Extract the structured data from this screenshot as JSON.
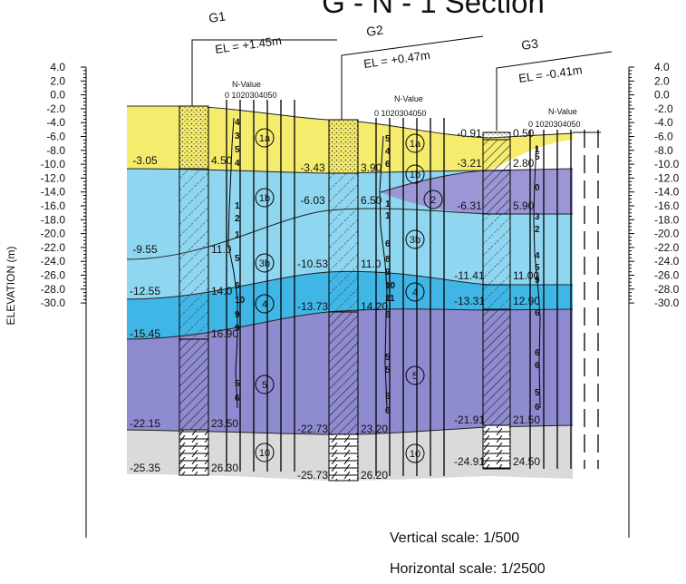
{
  "title": "G - N - 1 Section",
  "axis": {
    "ylabel": "ELEVATION (m)",
    "ticks": [
      "4.0",
      "2.0",
      "0.0",
      "-2.0",
      "-4.0",
      "-6.0",
      "-8.0",
      "-10.0",
      "-12.0",
      "-14.0",
      "-16.0",
      "-18.0",
      "-20.0",
      "-22.0",
      "-24.0",
      "-26.0",
      "-28.0",
      "-30.0"
    ]
  },
  "scales": {
    "vertical": "Vertical scale: 1/500",
    "horizontal": "Horizontal scale: 1/2500"
  },
  "nvalue": {
    "header": "N-Value",
    "ticks": "0 1020304050"
  },
  "boreholes": [
    {
      "name": "G1",
      "el": "EL = +1.45m",
      "left_labels": [
        "-3.05",
        "-9.55",
        "-12.55",
        "-15.45",
        "-22.15",
        "-25.35"
      ],
      "right_labels": [
        "4.50",
        "11.0",
        "14.0",
        "16.90",
        "23.50",
        "26.30"
      ],
      "n_values": [
        "4",
        "3",
        "5",
        "4",
        "1",
        "2",
        "1",
        "5",
        "6",
        "10",
        "9",
        "9",
        "5",
        "6"
      ],
      "layer_labels": [
        "1a",
        "1b",
        "3b",
        "4",
        "5",
        "10"
      ]
    },
    {
      "name": "G2",
      "el": "EL = +0.47m",
      "left_labels": [
        "-3.43",
        "-6.03",
        "-10.53",
        "-13.73",
        "-22.73",
        "-25.73"
      ],
      "right_labels": [
        "3.90",
        "6.50",
        "11.0",
        "14.20",
        "23.20",
        "26.20"
      ],
      "n_values": [
        "5",
        "4",
        "6",
        "1",
        "1",
        "6",
        "8",
        "9",
        "10",
        "11",
        "6",
        "5",
        "5",
        "5",
        "6"
      ],
      "layer_labels": [
        "1a",
        "1b",
        "2",
        "3b",
        "4",
        "5",
        "10"
      ]
    },
    {
      "name": "G3",
      "el": "EL = -0.41m",
      "left_labels": [
        "-0.91",
        "-3.21",
        "-6.31",
        "-11.41",
        "-13.31",
        "-21.91",
        "-24.91"
      ],
      "right_labels": [
        "0.50",
        "2.80",
        "5.90",
        "11.00",
        "12.90",
        "21.50",
        "24.50"
      ],
      "n_values": [
        "1",
        "5",
        "0",
        "3",
        "2",
        "4",
        "5",
        "9",
        "6",
        "6",
        "6",
        "5",
        "6"
      ]
    }
  ],
  "colors": {
    "layer_1a": "#f5ec6e",
    "layer_1b": "#8fd6f1",
    "layer_2": "#9b97d6",
    "layer_3b": "#8fd6f1",
    "layer_4": "#40b6e6",
    "layer_5": "#8f8bd0",
    "layer_10": "#dadada"
  }
}
